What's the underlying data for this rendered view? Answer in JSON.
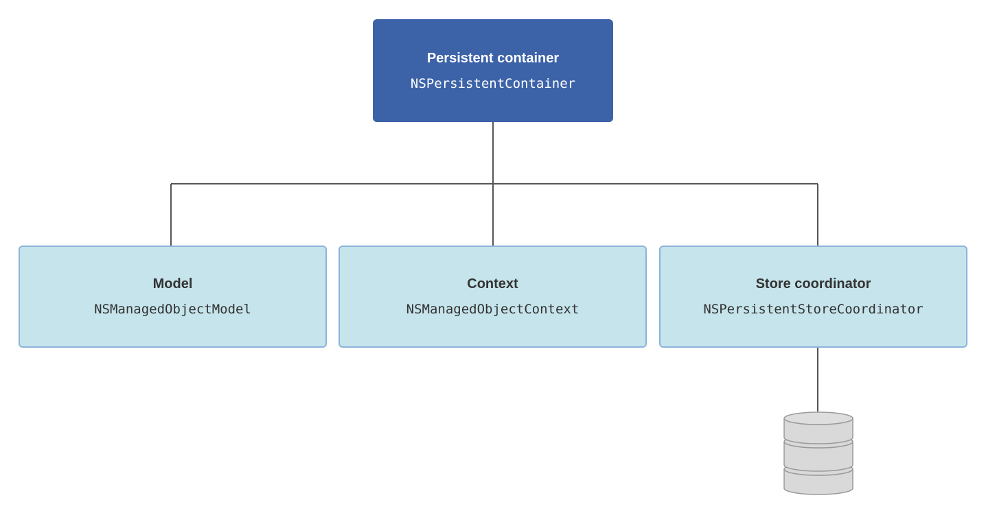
{
  "diagram": {
    "root": {
      "title": "Persistent container",
      "class_name": "NSPersistentContainer"
    },
    "children": [
      {
        "title": "Model",
        "class_name": "NSManagedObjectModel"
      },
      {
        "title": "Context",
        "class_name": "NSManagedObjectContext"
      },
      {
        "title": "Store coordinator",
        "class_name": "NSPersistentStoreCoordinator"
      }
    ],
    "store_icon": "database-icon",
    "colors": {
      "root_fill": "#3c62a8",
      "child_fill": "#c6e4eb",
      "child_border": "#8bb4dc",
      "connector": "#555555",
      "database_fill": "#d9d9d9"
    }
  }
}
